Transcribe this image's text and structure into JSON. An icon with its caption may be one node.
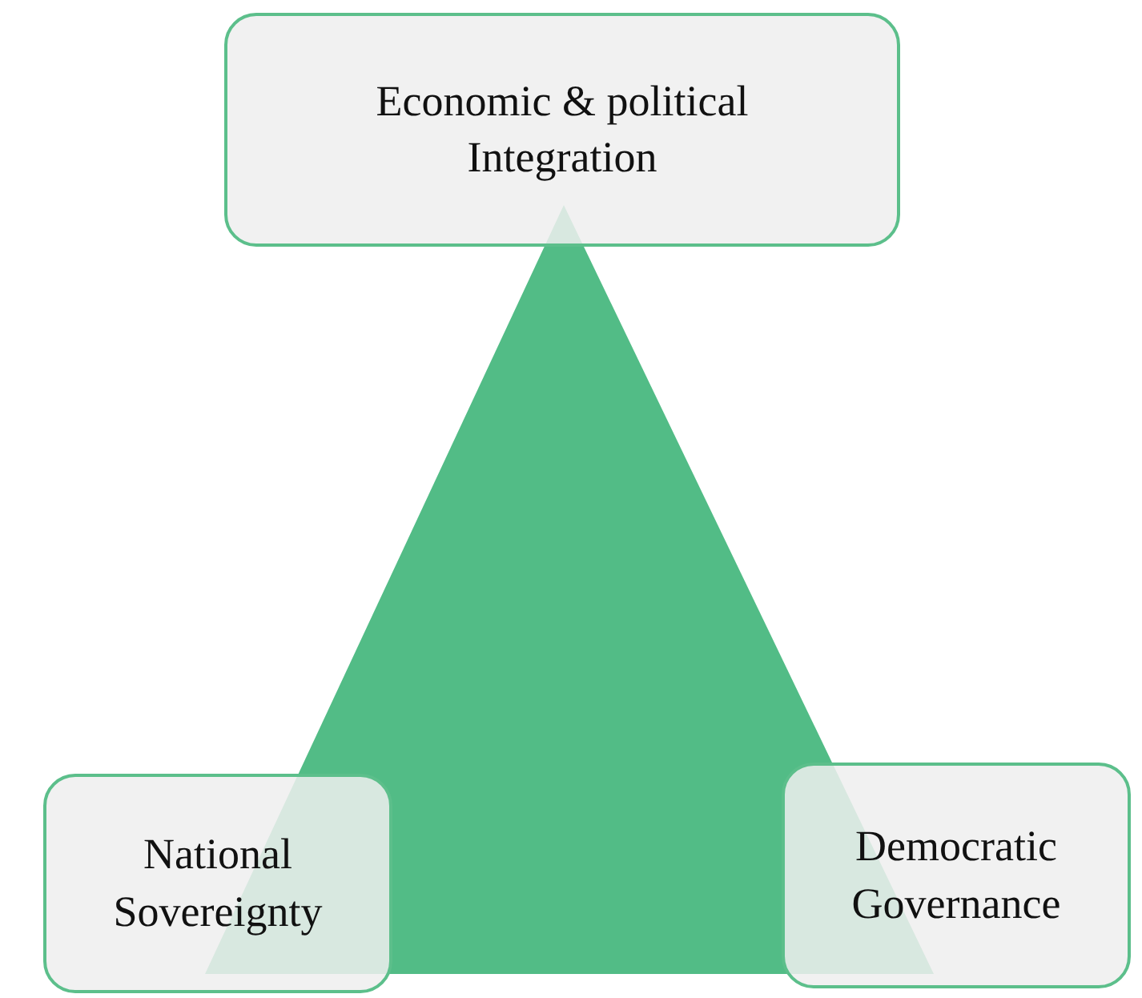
{
  "diagram": {
    "nodes": [
      {
        "text": [
          "Economic & political Integration"
        ]
      },
      {
        "text": [
          "National Sovereignty"
        ]
      },
      {
        "text": [
          "Democratic Governance"
        ]
      }
    ]
  }
}
